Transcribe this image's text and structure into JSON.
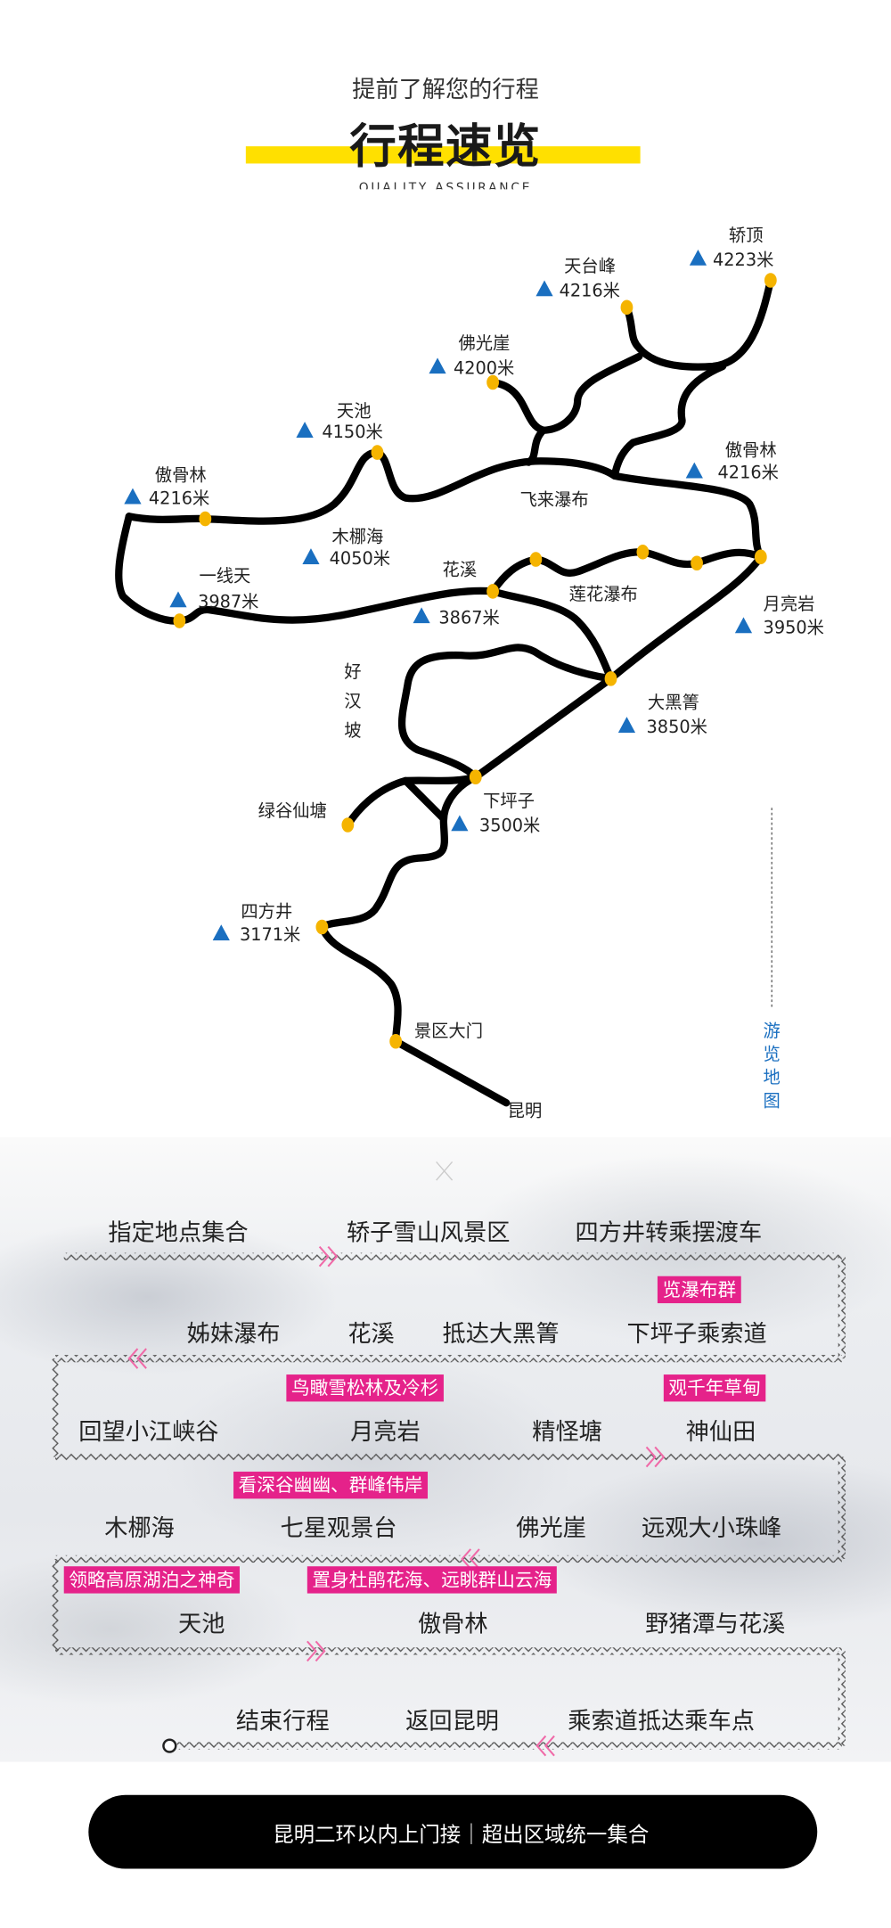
{
  "header": {
    "subtitle": "提前了解您的行程",
    "title": "行程速览",
    "tagline": "QUALITY ASSURANCE"
  },
  "map": {
    "legend_label": "游览地图",
    "peaks": [
      {
        "name": "轿顶",
        "elev": "4223米"
      },
      {
        "name": "天台峰",
        "elev": "4216米"
      },
      {
        "name": "佛光崖",
        "elev": "4200米"
      },
      {
        "name": "天池",
        "elev": "4150米"
      },
      {
        "name": "傲骨林",
        "elev": "4216米"
      },
      {
        "name": "木梛海",
        "elev": "4050米"
      },
      {
        "name": "一线天",
        "elev": "3987米"
      },
      {
        "name": "花溪",
        "elev": "3867米"
      },
      {
        "name": "傲骨林",
        "elev": "4216米"
      },
      {
        "name": "月亮岩",
        "elev": "3950米"
      },
      {
        "name": "大黑箐",
        "elev": "3850米"
      },
      {
        "name": "下坪子",
        "elev": "3500米"
      },
      {
        "name": "四方井",
        "elev": "3171米"
      }
    ],
    "places": {
      "feilai": "飞来瀑布",
      "lianhua": "莲花瀑布",
      "haohanpo": [
        "好",
        "汉",
        "坡"
      ],
      "lvgu": "绿谷仙塘",
      "gate": "景区大门",
      "kunming": "昆明"
    },
    "colors": {
      "route": "#000000",
      "stop": "#f5b400",
      "peak": "#1a6fc0"
    }
  },
  "itinerary": {
    "rows": [
      {
        "tags": [],
        "stops": [
          "指定地点集合",
          "轿子雪山风景区",
          "四方井转乘摆渡车"
        ]
      },
      {
        "tags": [
          "览瀑布群"
        ],
        "stops": [
          "姊妹瀑布",
          "花溪",
          "抵达大黑箐",
          "下坪子乘索道"
        ]
      },
      {
        "tags": [
          "鸟瞰雪松林及冷杉",
          "观千年草甸"
        ],
        "stops": [
          "回望小江峡谷",
          "月亮岩",
          "精怪塘",
          "神仙田"
        ]
      },
      {
        "tags": [
          "看深谷幽幽、群峰伟岸"
        ],
        "stops": [
          "木梛海",
          "七星观景台",
          "佛光崖",
          "远观大小珠峰"
        ]
      },
      {
        "tags": [
          "领略高原湖泊之神奇",
          "置身杜鹃花海、远眺群山云海"
        ],
        "stops": [
          "天池",
          "傲骨林",
          "野猪潭与花溪"
        ]
      },
      {
        "tags": [],
        "stops": [
          "结束行程",
          "返回昆明",
          "乘索道抵达乘车点"
        ]
      }
    ],
    "colors": {
      "tag": "#e5228a",
      "chevron": "#f06aa8"
    }
  },
  "footer": {
    "pickup_note": "昆明二环以内上门接｜超出区域统一集合"
  }
}
